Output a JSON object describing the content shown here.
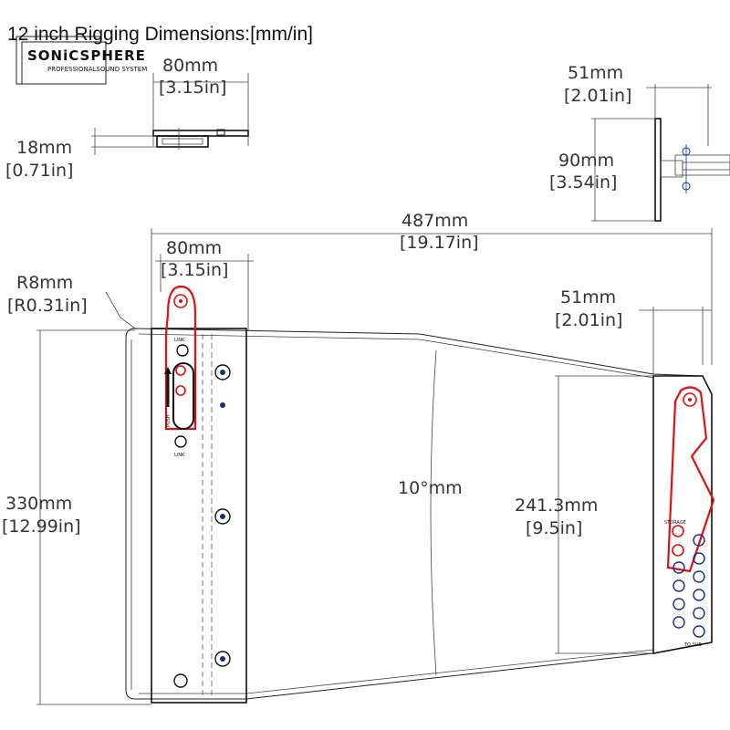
{
  "title": "12 inch Rigging Dimensions:[mm/in]",
  "logo": {
    "name": "SONiCSPHERE",
    "tagline": "PROFESSIONALSOUND SYSTEM"
  },
  "colors": {
    "accent_red": "#e01010",
    "hole_blue": "#1a2a8a",
    "line": "#222222"
  },
  "dimensions": {
    "top_width": {
      "mm": "80mm",
      "in": "[3.15in]"
    },
    "top_thickness": {
      "mm": "18mm",
      "in": "[0.71in]"
    },
    "side_depth": {
      "mm": "51mm",
      "in": "[2.01in]"
    },
    "side_height": {
      "mm": "90mm",
      "in": "[3.54in]"
    },
    "overall_length": {
      "mm": "487mm",
      "in": "[19.17in]"
    },
    "front_bracket_width": {
      "mm": "80mm",
      "in": "[3.15in]"
    },
    "corner_radius": {
      "mm": "R8mm",
      "in": "[R0.31in]"
    },
    "rear_bracket_depth": {
      "mm": "51mm",
      "in": "[2.01in]"
    },
    "overall_height": {
      "mm": "330mm",
      "in": "[12.99in]"
    },
    "angle": {
      "value": "10°mm"
    },
    "rear_height": {
      "mm": "241.3mm",
      "in": "[9.5in]"
    }
  },
  "bracket_labels": {
    "link_top": "LINK",
    "push": "PUSH",
    "link_bottom": "LINK",
    "storage": "STORAGE",
    "to_sub": "TO SUB"
  }
}
